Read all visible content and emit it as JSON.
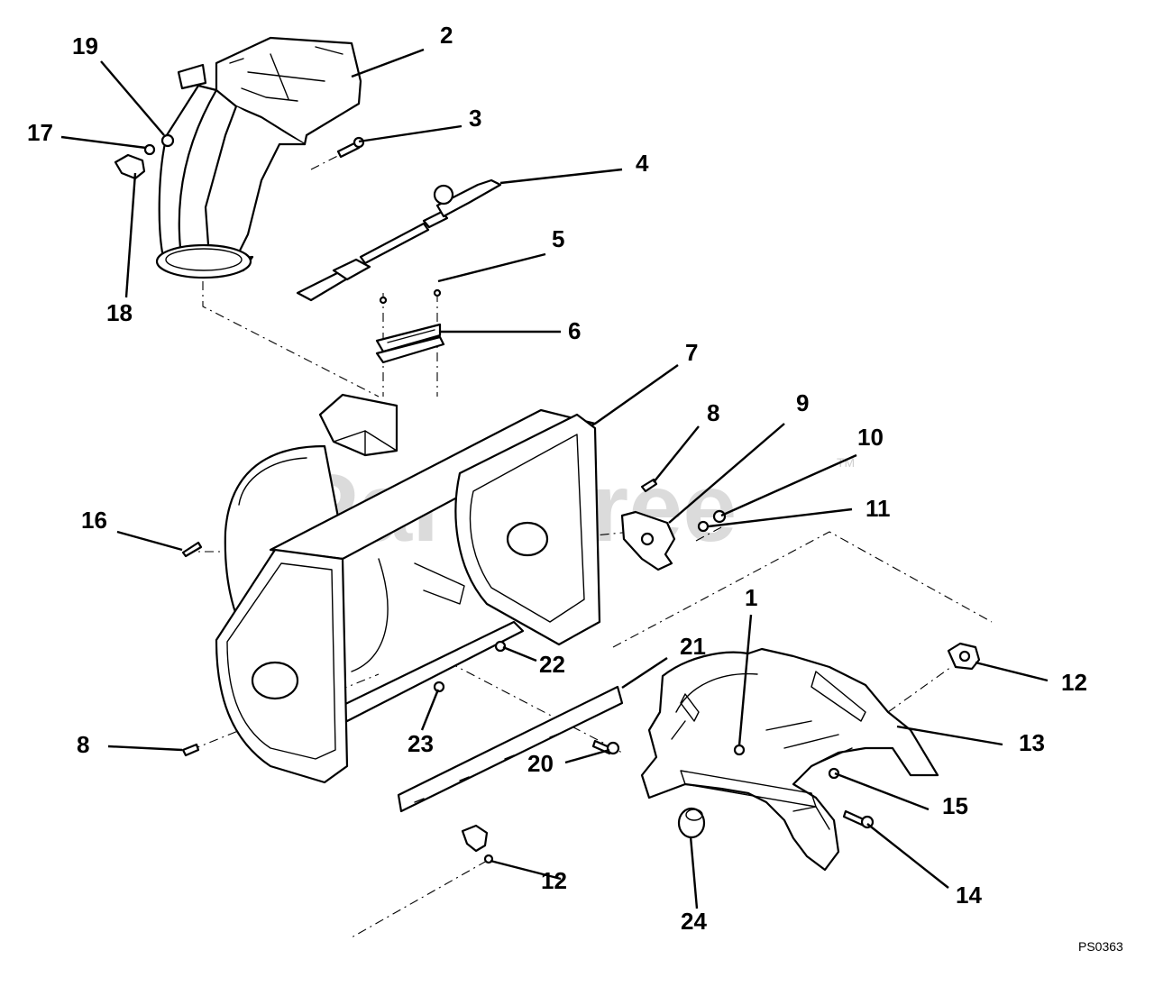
{
  "watermark": {
    "text": "PartsTree",
    "tm": "TM"
  },
  "drawing_code": "PS0363",
  "callouts": [
    {
      "id": "c1",
      "label": "1"
    },
    {
      "id": "c2",
      "label": "2"
    },
    {
      "id": "c3",
      "label": "3"
    },
    {
      "id": "c4",
      "label": "4"
    },
    {
      "id": "c5",
      "label": "5"
    },
    {
      "id": "c6",
      "label": "6"
    },
    {
      "id": "c7",
      "label": "7"
    },
    {
      "id": "c8a",
      "label": "8"
    },
    {
      "id": "c8b",
      "label": "8"
    },
    {
      "id": "c9",
      "label": "9"
    },
    {
      "id": "c10",
      "label": "10"
    },
    {
      "id": "c11",
      "label": "11"
    },
    {
      "id": "c12a",
      "label": "12"
    },
    {
      "id": "c12b",
      "label": "12"
    },
    {
      "id": "c13",
      "label": "13"
    },
    {
      "id": "c14",
      "label": "14"
    },
    {
      "id": "c15",
      "label": "15"
    },
    {
      "id": "c16",
      "label": "16"
    },
    {
      "id": "c17",
      "label": "17"
    },
    {
      "id": "c18",
      "label": "18"
    },
    {
      "id": "c19",
      "label": "19"
    },
    {
      "id": "c20",
      "label": "20"
    },
    {
      "id": "c21",
      "label": "21"
    },
    {
      "id": "c22",
      "label": "22"
    },
    {
      "id": "c23",
      "label": "23"
    },
    {
      "id": "c24",
      "label": "24"
    }
  ]
}
